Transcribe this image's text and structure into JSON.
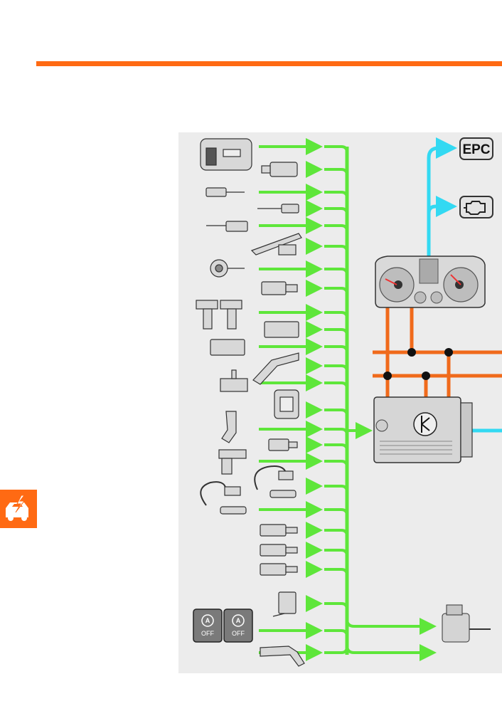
{
  "indicators": {
    "epc_label": "EPC",
    "engine_warning_icon": "engine-check-icon"
  },
  "switches": {
    "symbol": "A",
    "state_label": "OFF"
  },
  "components": {
    "instrument_cluster_icon": "instrument-cluster-icon",
    "engine_control_unit_icon": "engine-control-unit-icon",
    "actuator_icon": "throttle-actuator-icon",
    "side_tab_icon": "car-electrical-icon"
  },
  "colors": {
    "accent": "#ff6a13",
    "sensor_signal": "#5ee63a",
    "output_signal": "#33d9f2",
    "bus_line": "#f06a1b",
    "panel_bg": "#ececec"
  }
}
